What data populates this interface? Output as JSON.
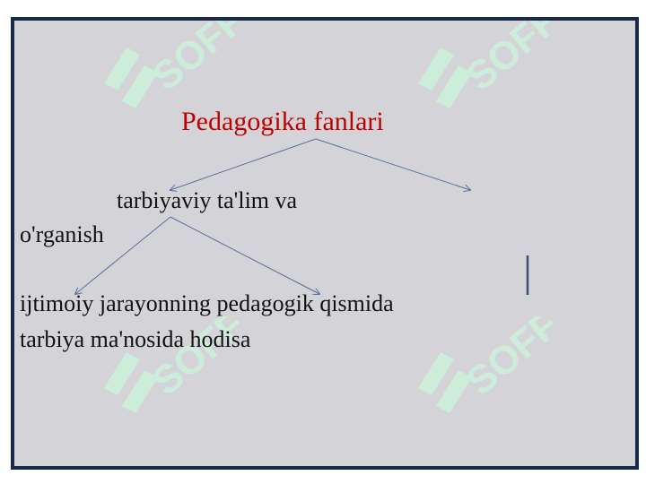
{
  "slide": {
    "title": "Pedagogika fanlari",
    "left_node_line1": "tarbiyaviy ta'lim va",
    "left_node_line2": "o'rganish",
    "bottom_line1": "ijtimoiy jarayonning pedagogik qismida",
    "bottom_line2": "tarbiya ma'nosida hodisa"
  },
  "watermark": {
    "text": "SOFF",
    "icon": "soff-logo-icon"
  },
  "colors": {
    "title": "#c00000",
    "arrow": "#5a6e9a",
    "border": "#1a2a4a",
    "background": "#d4d4d8",
    "watermark": "#ccf2dc"
  }
}
